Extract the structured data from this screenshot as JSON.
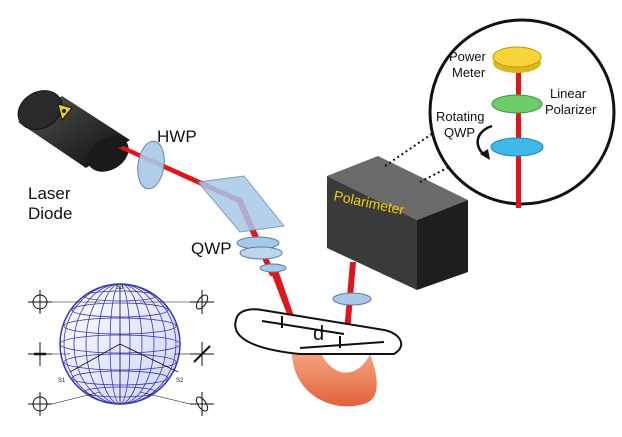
{
  "labels": {
    "laser_line1": "Laser",
    "laser_line2": "Diode",
    "hwp": "HWP",
    "qwp": "QWP",
    "polarimeter": "Polarimeter",
    "sample_d": "d",
    "power_line1": "Power",
    "power_line2": "Meter",
    "linear_line1": "Linear",
    "linear_line2": "Polarizer",
    "rotating_line1": "Rotating",
    "rotating_line2": "QWP"
  },
  "poincare": {
    "s1": "S1",
    "s2": "S2",
    "s3": "S3"
  },
  "colors": {
    "beam": "#e0141b",
    "glass": "#a8c8e8",
    "polarimeter_box": "#3a3a3a",
    "power_meter": "#f6d43a",
    "linear_polarizer": "#6ccc6a",
    "rotating_qwp": "#3fb8e8",
    "sample_bend": "#f08a60"
  },
  "icons": [
    "laser-warning-icon",
    "rotation-arrow-icon"
  ]
}
